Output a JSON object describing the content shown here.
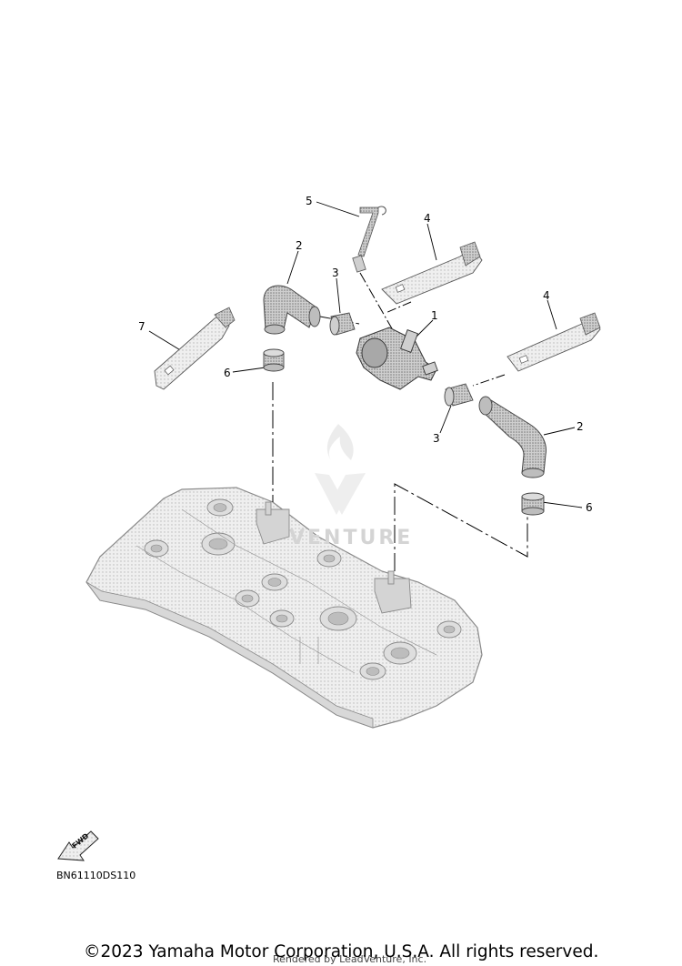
{
  "diagram_code": "BN61110DS110",
  "fwd_label": "FWD",
  "copyright": "©2023 Yamaha Motor Corporation, U.S.A. All rights reserved.",
  "rendered_by": "Rendered by LeadVenture, Inc.",
  "watermark": "VENTURE",
  "callouts": {
    "c1": "1",
    "c2a": "2",
    "c2b": "2",
    "c3a": "3",
    "c3b": "3",
    "c4a": "4",
    "c4b": "4",
    "c5": "5",
    "c6a": "6",
    "c6b": "6",
    "c7": "7"
  }
}
